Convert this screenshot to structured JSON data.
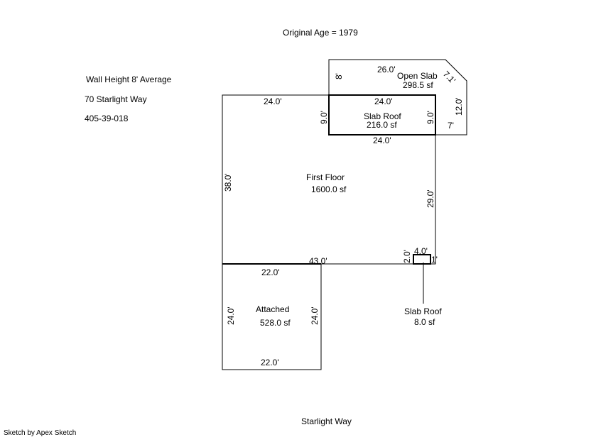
{
  "header": {
    "original_age": "Original Age  =  1979"
  },
  "info": {
    "wall_height": "Wall Height 8' Average",
    "address": "70 Starlight Way",
    "parcel": "405-39-018"
  },
  "street_label": "Starlight Way",
  "credit": "Sketch by Apex Sketch",
  "areas": {
    "first_floor": {
      "name": "First Floor",
      "area": "1600.0 sf"
    },
    "open_slab": {
      "name": "Open Slab",
      "area": "298.5 sf"
    },
    "slab_roof_top": {
      "name": "Slab Roof",
      "area": "216.0 sf"
    },
    "attached": {
      "name": "Attached",
      "area": "528.0 sf"
    },
    "slab_roof_small": {
      "name": "Slab Roof",
      "area": "8.0 sf"
    }
  },
  "dimensions": {
    "ff_top": "24.0'",
    "ff_left": "38.0'",
    "ff_right": "29.0'",
    "ff_bottom": "43.0'",
    "sr_top": "24.0'",
    "sr_bottom": "24.0'",
    "sr_left": "9.0'",
    "sr_right": "9.0'",
    "os_top": "26.0'",
    "os_left": "8'",
    "os_diag": "7.1'",
    "os_right": "12.0'",
    "os_bottom": "7'",
    "att_top": "22.0'",
    "att_bottom": "22.0'",
    "att_left": "24.0'",
    "att_right": "24.0'",
    "small_top": "4.0'",
    "small_left": "2.0'",
    "small_right": "1'"
  }
}
